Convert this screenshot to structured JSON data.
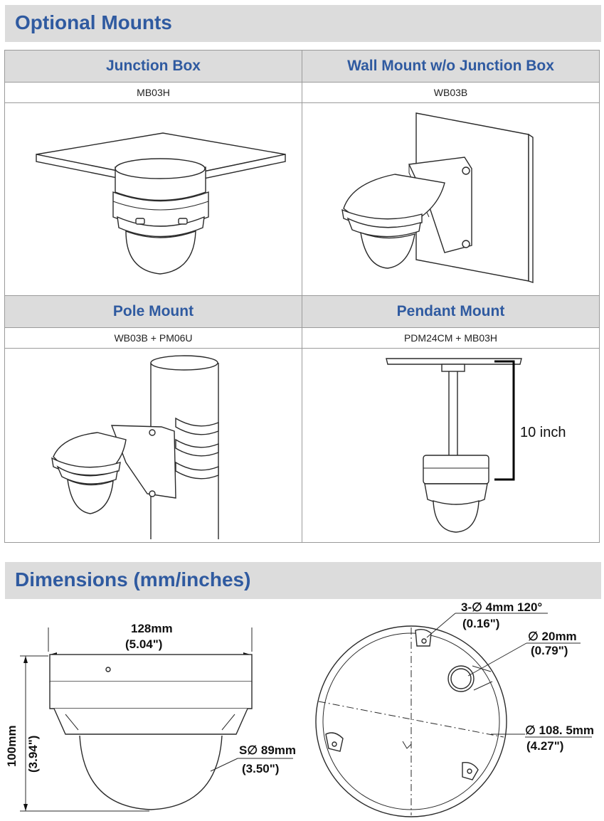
{
  "sections": {
    "optional_mounts_title": "Optional Mounts",
    "dimensions_title": "Dimensions (mm/inches)"
  },
  "mounts": [
    {
      "title": "Junction Box",
      "model": "MB03H"
    },
    {
      "title": "Wall Mount w/o Junction Box",
      "model": "WB03B"
    },
    {
      "title": "Pole Mount",
      "model": "WB03B + PM06U"
    },
    {
      "title": "Pendant Mount",
      "model": "PDM24CM + MB03H"
    }
  ],
  "pendant_note": "10 inch",
  "dimensions": {
    "width_mm": "128mm",
    "width_in": "(5.04\")",
    "height_mm": "100mm",
    "height_in": "(3.94\")",
    "dome_mm": "S∅ 89mm",
    "dome_in": "(3.50\")",
    "holes_mm": "3-∅ 4mm  120°",
    "holes_in": "(0.16\")",
    "cable_mm": "∅ 20mm",
    "cable_in": "(0.79\")",
    "base_mm": "∅ 108. 5mm",
    "base_in": "(4.27\")"
  }
}
